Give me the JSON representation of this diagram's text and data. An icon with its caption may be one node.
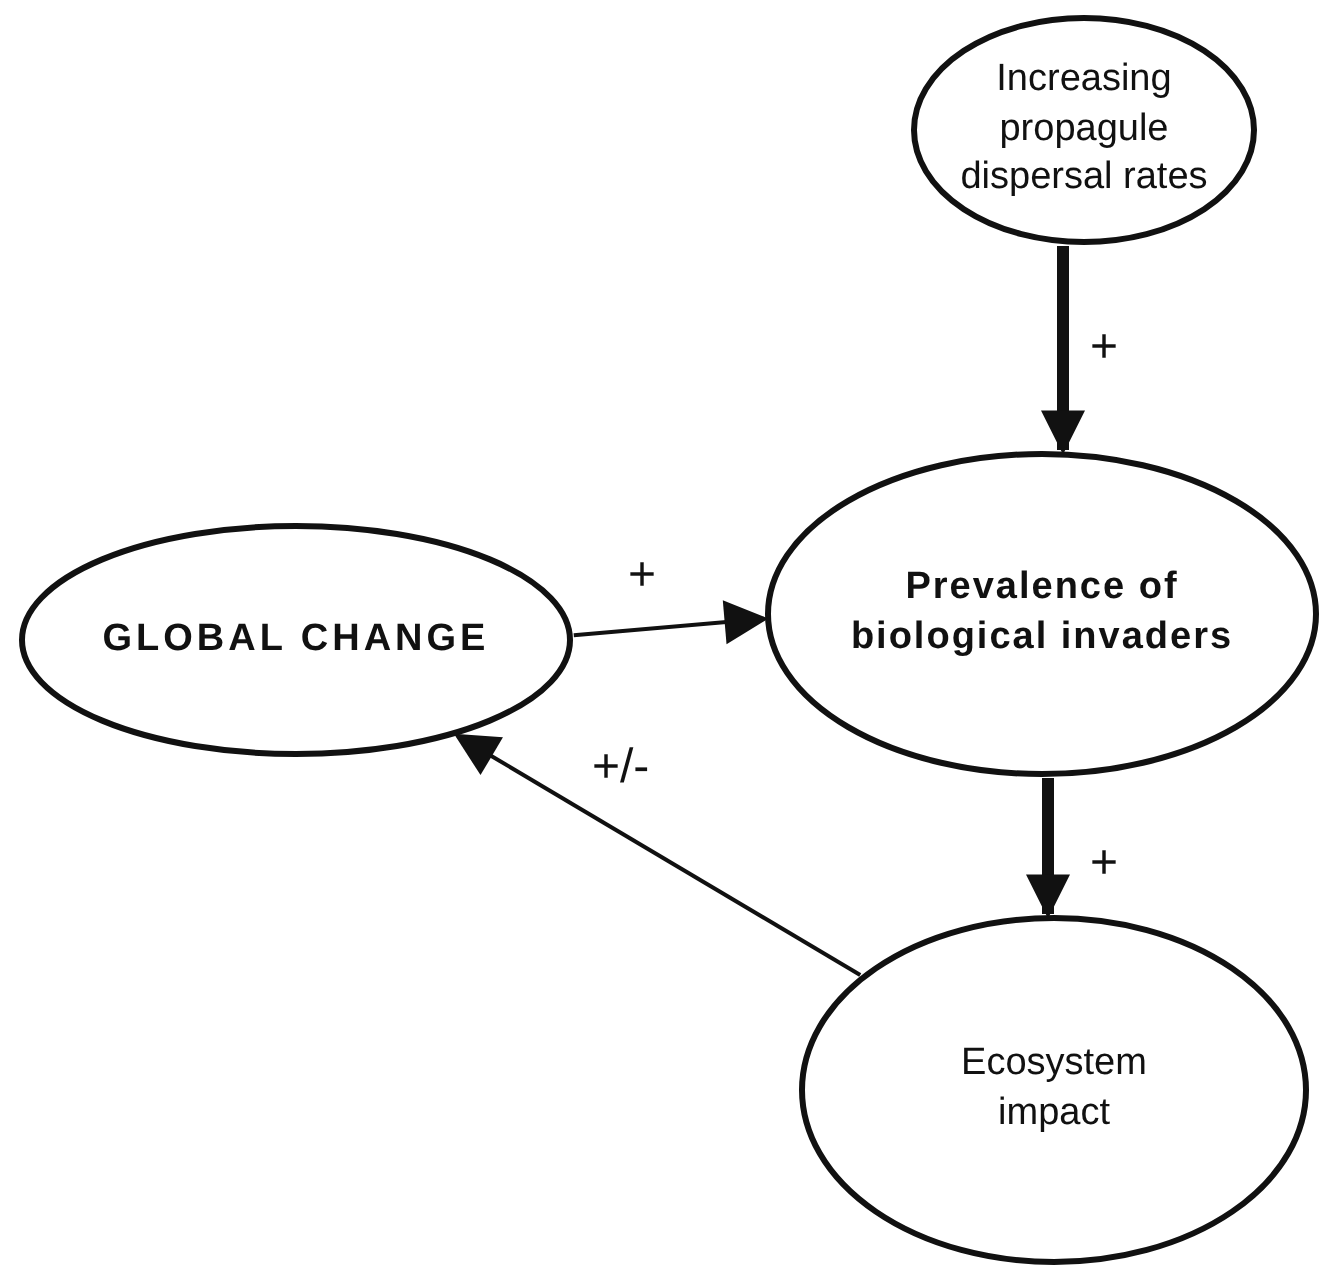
{
  "diagram": {
    "nodes": [
      {
        "text": [
          "Increasing propagule dispersal rates"
        ]
      },
      {
        "text": [
          "GLOBAL CHANGE"
        ]
      },
      {
        "text": [
          "Prevalence of biological invaders"
        ]
      },
      {
        "text": [
          "Ecosystem impact"
        ]
      }
    ],
    "edges": [
      {
        "from": 0,
        "to": 2,
        "arrow": "to",
        "label": "+",
        "style": "thick"
      },
      {
        "from": 1,
        "to": 2,
        "arrow": "to",
        "label": "+"
      },
      {
        "from": 2,
        "to": 3,
        "arrow": "to",
        "label": "+",
        "style": "thick"
      },
      {
        "from": 3,
        "to": 1,
        "arrow": "to",
        "label": "+/-"
      }
    ]
  }
}
